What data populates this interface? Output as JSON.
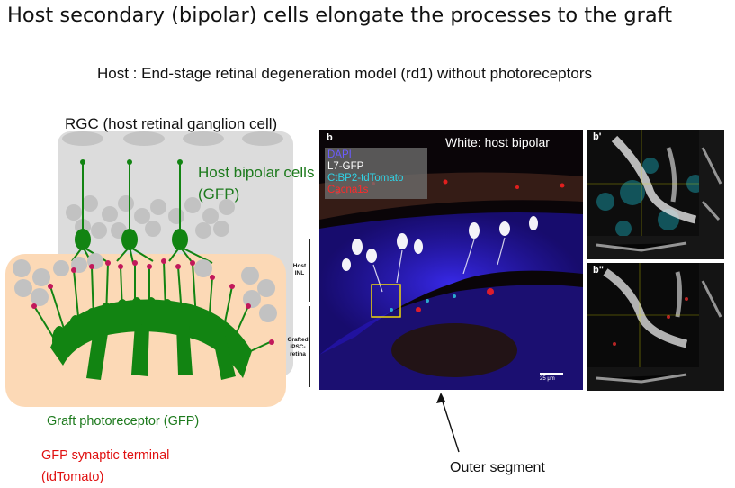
{
  "title": "Host secondary (bipolar) cells elongate the processes to the graft",
  "subtitle": "Host :  End-stage retinal degeneration model (rd1) without photoreceptors",
  "diagram": {
    "rgc_label": "RGC (host retinal ganglion cell)",
    "bipolar_label_line1": "Host bipolar cells",
    "bipolar_label_line2": "(GFP)",
    "graft_label": "Graft photoreceptor (GFP)",
    "synaptic_label_line1": "GFP synaptic terminal",
    "synaptic_label_line2": "(tdTomato)",
    "colors": {
      "host_box": "#dcdcdc",
      "graft_box": "#fcd9b6",
      "cell_green": "#128412",
      "terminal": "#c2185b",
      "nucleus": "#c2c2c2"
    }
  },
  "micrograph": {
    "panel_letter": "b",
    "header_text": "White: host bipolar",
    "legend": [
      {
        "text": "DAPI",
        "color": "#6b5cff"
      },
      {
        "text": "L7-GFP",
        "color": "#ffffff"
      },
      {
        "text": "CtBP2-tdTomato",
        "color": "#2fd3e6"
      },
      {
        "text": "Cacna1s",
        "color": "#ff2a2a"
      }
    ],
    "scale_bar_label": "25 μm",
    "side_labels": {
      "host_inl": "Host\nINL",
      "grafted": "Grafted\niPSC-\nretina"
    }
  },
  "insets": [
    {
      "letter": "b'"
    },
    {
      "letter": "b\""
    }
  ],
  "outer_segment_label": "Outer segment"
}
